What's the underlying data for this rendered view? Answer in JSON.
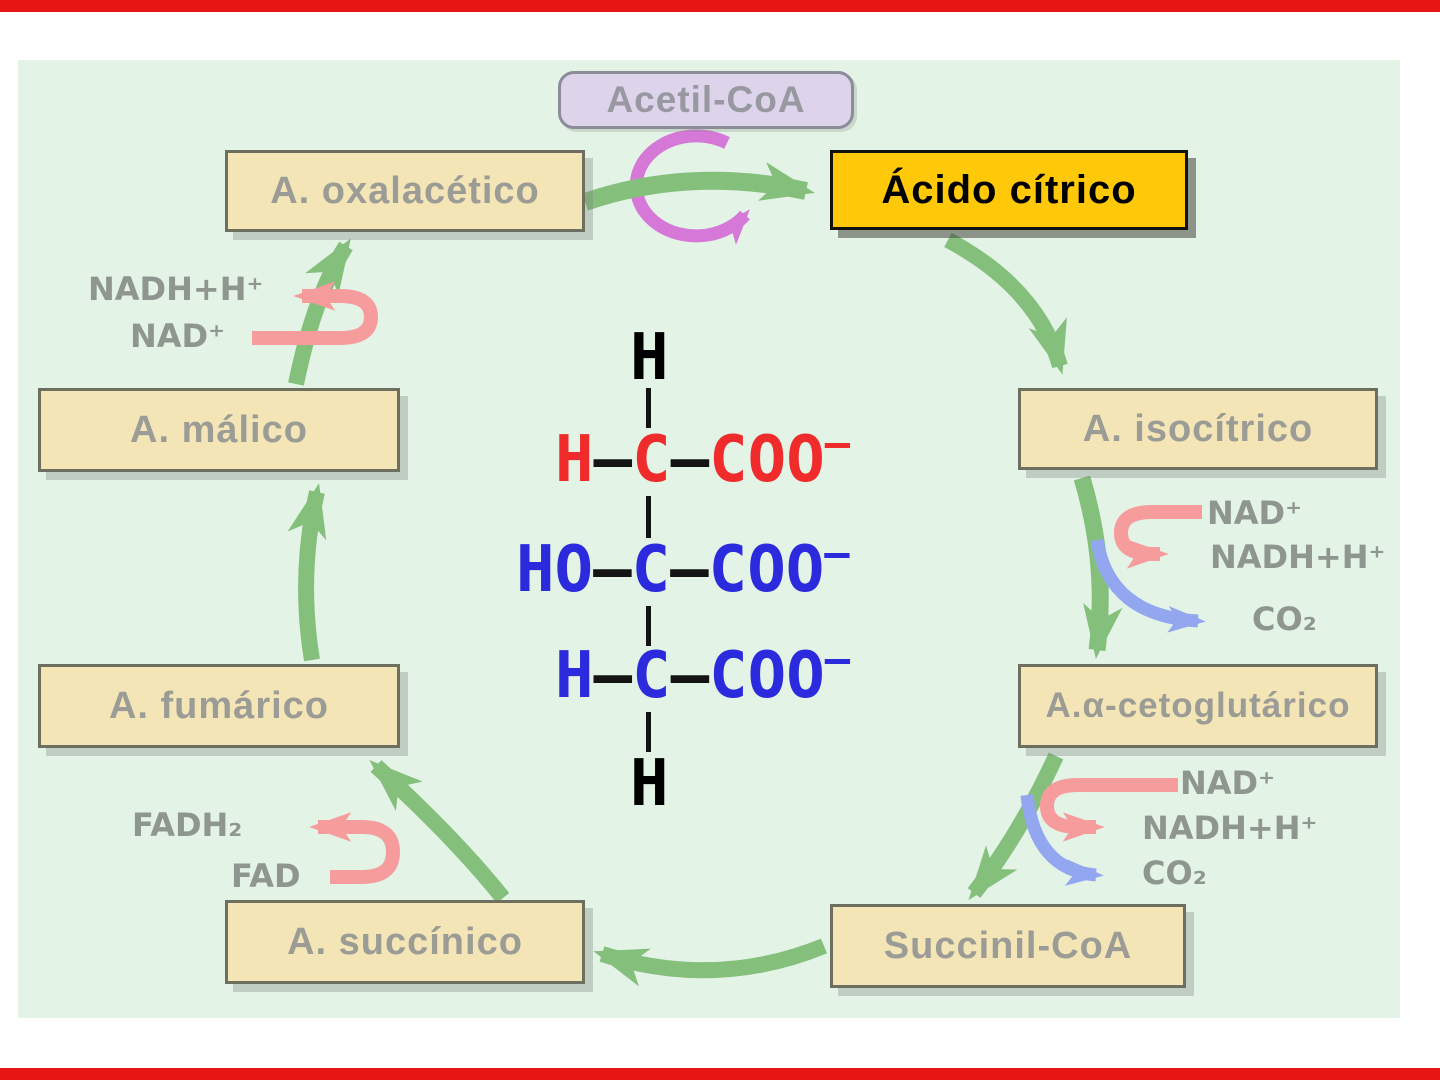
{
  "slide": {
    "border_color": "#e81515",
    "panel_color": "#e3f3e6"
  },
  "cycle": {
    "acetil_coa": "Acetil-CoA",
    "oxalacetico": "A. oxalacético",
    "acido_citrico": "Ácido cítrico",
    "isocitrico": "A. isocítrico",
    "cetoglutarico": "A.α-cetoglutárico",
    "succinil_coa": "Succinil-CoA",
    "succinico": "A. succínico",
    "fumarico": "A. fumárico",
    "malico": "A. málico"
  },
  "cofactors": {
    "malico_nadh": "NADH+H⁺",
    "malico_nad": "NAD⁺",
    "succinico_fadh2": "FADH₂",
    "succinico_fad": "FAD",
    "isocitrico_nad": "NAD⁺",
    "isocitrico_nadh": "NADH+H⁺",
    "isocitrico_co2": "CO₂",
    "cetoglutarico_nad": "NAD⁺",
    "cetoglutarico_nadh": "NADH+H⁺",
    "cetoglutarico_co2": "CO₂"
  },
  "molecule": {
    "top_h": "H",
    "row1": {
      "left": "H",
      "bond1": "–",
      "c": "C",
      "bond2": "–",
      "coo": "COO",
      "charge": "–"
    },
    "row2": {
      "left": "HO",
      "bond1": "–",
      "c": "C",
      "bond2": "–",
      "coo": "COO",
      "charge": "–"
    },
    "row3": {
      "left": "H",
      "bond1": "–",
      "c": "C",
      "bond2": "–",
      "coo": "COO",
      "charge": "–"
    },
    "bottom_h": "H"
  },
  "colors": {
    "cycle_arrow": "#84bf7c",
    "nad_arrow": "#f69c9c",
    "co2_arrow": "#92a7ef",
    "acetil_arrow": "#d678d8",
    "box_fill": "#f4e5b6",
    "box_border": "#6f6f5f",
    "box_text": "#9c9c96",
    "citrico_fill": "#ffc90a",
    "acetil_fill": "#ddd4ec",
    "molecule_red": "#ef2b2b",
    "molecule_blue": "#2b2bdd"
  }
}
